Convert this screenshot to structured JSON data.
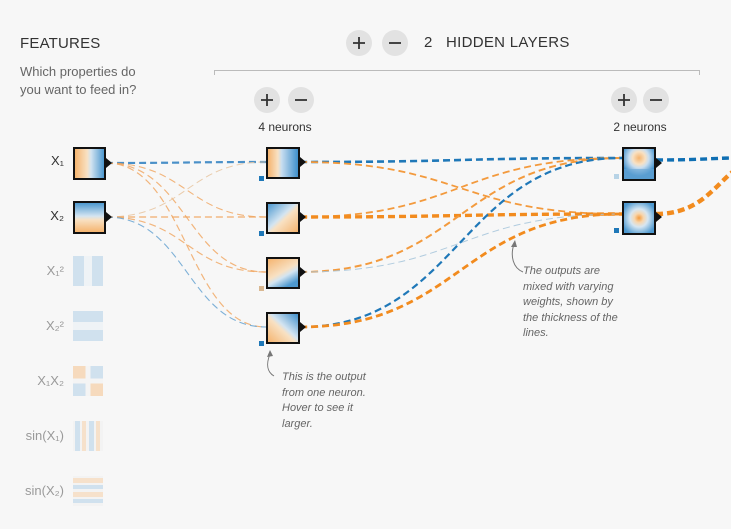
{
  "colors": {
    "positive": "#0877bd",
    "negative": "#f59322",
    "light_blue": "#bcd7ea",
    "light_orange": "#f9d4a6",
    "background": "#f7f7f7"
  },
  "features": {
    "title": "FEATURES",
    "subtitle": "Which properties do you want to feed in?",
    "items": [
      {
        "label": "X₁",
        "active": true
      },
      {
        "label": "X₂",
        "active": true
      },
      {
        "label": "X₁²",
        "active": false
      },
      {
        "label": "X₂²",
        "active": false
      },
      {
        "label": "X₁X₂",
        "active": false
      },
      {
        "label": "sin(X₁)",
        "active": false
      },
      {
        "label": "sin(X₂)",
        "active": false
      }
    ]
  },
  "hidden_layers": {
    "count": "2",
    "label": "HIDDEN LAYERS",
    "add_icon": "plus-icon",
    "remove_icon": "minus-icon",
    "layers": [
      {
        "neurons_label": "4 neurons",
        "neuron_count": 4
      },
      {
        "neurons_label": "2 neurons",
        "neuron_count": 2
      }
    ]
  },
  "annotations": {
    "neuron_note": "This is the output from one neuron. Hover to see it larger.",
    "weights_note": "The outputs are mixed with varying weights, shown by the thickness of the lines."
  }
}
